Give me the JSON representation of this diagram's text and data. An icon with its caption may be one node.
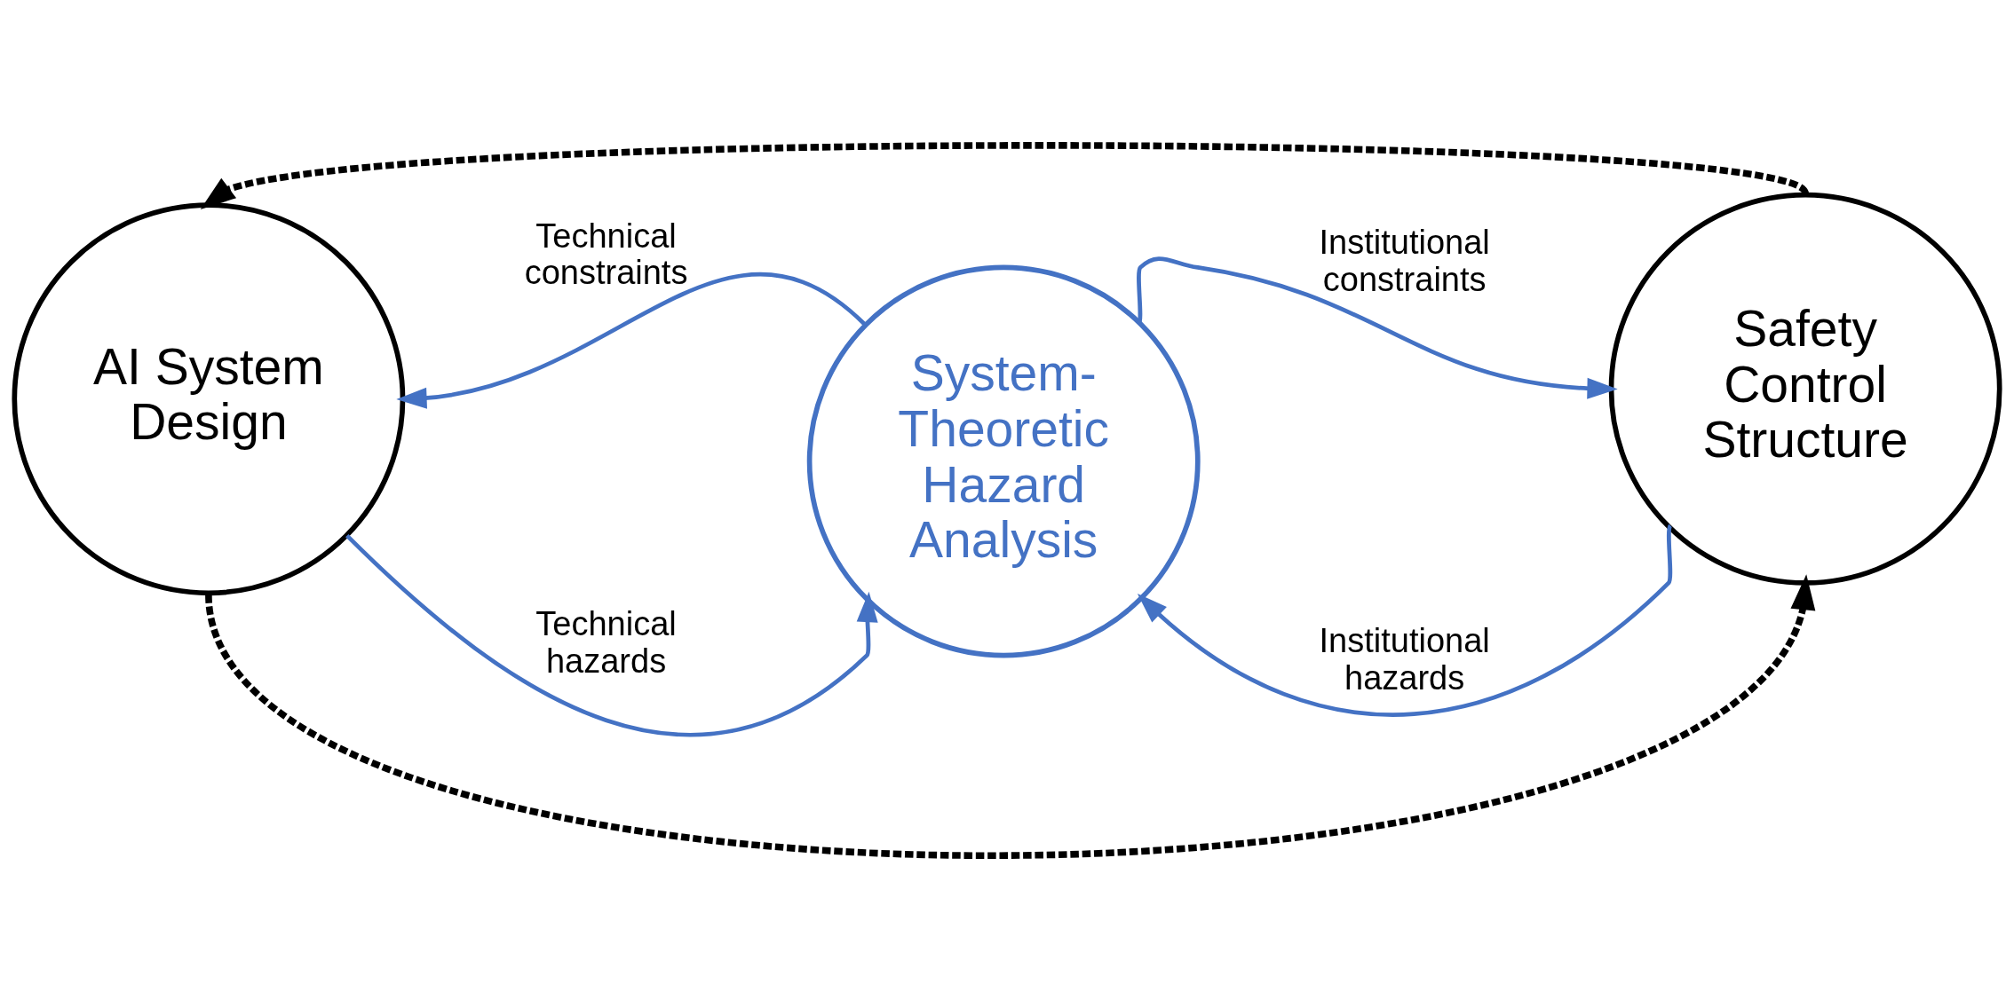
{
  "diagram": {
    "nodes": [
      {
        "text": [
          "AI System Design"
        ]
      },
      {
        "text": [
          "System-Theoretic Hazard Analysis"
        ]
      },
      {
        "text": [
          "Safety Control Structure"
        ]
      }
    ],
    "edges": [
      {
        "from": 2,
        "to": 0,
        "arrow": "to",
        "style": "dashed",
        "color": "#000000"
      },
      {
        "from": 1,
        "to": 0,
        "arrow": "to",
        "label": "Technical constraints"
      },
      {
        "from": 1,
        "to": 2,
        "arrow": "to",
        "label": "Institutional constraints"
      },
      {
        "from": 0,
        "to": 1,
        "arrow": "to",
        "label": "Technical hazards"
      },
      {
        "from": 2,
        "to": 1,
        "arrow": "to",
        "label": "Institutional hazards"
      },
      {
        "from": 0,
        "to": 2,
        "arrow": "to",
        "style": "dashed",
        "color": "#000000"
      }
    ]
  }
}
